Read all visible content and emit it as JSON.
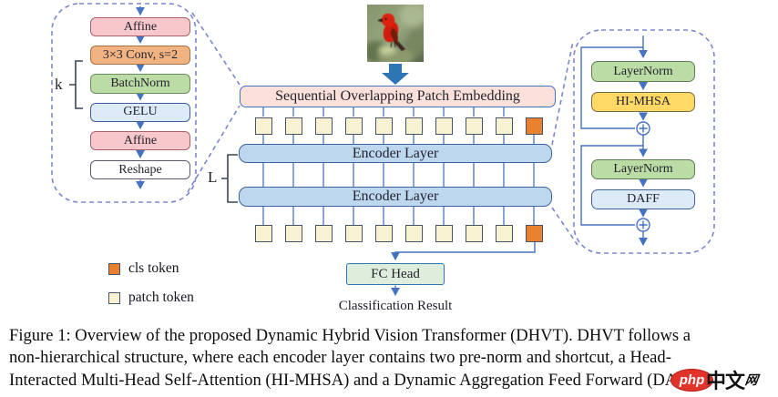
{
  "colors": {
    "line": "#4472C4",
    "dash": "#7B86CE",
    "ink": "#23232d",
    "affine_fill": "#F8C7CB",
    "affine_border": "#A8616C",
    "conv_fill": "#F2B382",
    "conv_border": "#A8713F",
    "bn_fill": "#BCDCA6",
    "bn_border": "#6B9158",
    "gelu_fill": "#DDEAF8",
    "gelu_border": "#41619C",
    "reshape_fill": "#FFFFFF",
    "reshape_border": "#5A5A6E",
    "embed_fill": "#FBE1DA",
    "embed_border": "#4472C4",
    "encoder_fill": "#BDD7EE",
    "encoder_border": "#3B639C",
    "fc_fill": "#DFEEDC",
    "fc_border": "#2E75B6",
    "token_fill": "#F8F2D2",
    "token_border": "#44546A",
    "cls_fill": "#E8802E",
    "cls_border": "#44546A",
    "ln_fill": "#BCDCA6",
    "ln_border": "#5F7D52",
    "mhsa_fill": "#FFD966",
    "mhsa_border": "#6F6A4A",
    "daff_fill": "#DDEAF8",
    "daff_border": "#41619C"
  },
  "stem": {
    "k_label": "k",
    "blocks": [
      {
        "label": "Affine"
      },
      {
        "label": "3×3 Conv, s=2"
      },
      {
        "label": "BatchNorm"
      },
      {
        "label": "GELU"
      },
      {
        "label": "Affine"
      },
      {
        "label": "Reshape"
      }
    ]
  },
  "center": {
    "patch_embedding_label": "Sequential Overlapping Patch Embedding",
    "encoder_label_1": "Encoder Layer",
    "encoder_label_2": "Encoder Layer",
    "l_label": "L",
    "fc_head_label": "FC Head",
    "classification_label": "Classification Result",
    "tokens_per_row": 10
  },
  "encoder_detail": {
    "blocks": [
      {
        "label": "LayerNorm"
      },
      {
        "label": "HI-MHSA"
      },
      {
        "label": "LayerNorm"
      },
      {
        "label": "DAFF"
      }
    ]
  },
  "legend": {
    "items": [
      {
        "label": "cls token"
      },
      {
        "label": "patch token"
      }
    ]
  },
  "caption": {
    "lines": [
      "Figure 1: Overview of the proposed Dynamic Hybrid Vision Transformer (DHVT). DHVT follows a",
      "non-hierarchical structure, where each encoder layer contains two pre-norm and shortcut, a Head-",
      "Interacted Multi-Head Self-Attention (HI-MHSA) and a Dynamic Aggregation Feed Forward (DAFF)."
    ]
  },
  "watermark": {
    "php": "php",
    "cn": "中文",
    "net": "网"
  }
}
